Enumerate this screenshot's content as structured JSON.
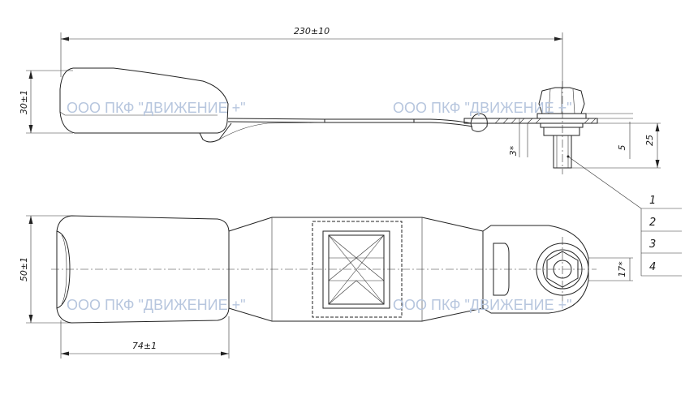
{
  "dimensions": {
    "overall_length": "230±10",
    "buckle_height": "30±1",
    "buckle_width": "50±1",
    "buckle_length": "74±1",
    "offset_3": "3*",
    "washer_5": "5",
    "bolt_25": "25",
    "hole_17": "17*"
  },
  "callouts": [
    "1",
    "2",
    "3",
    "4"
  ],
  "watermark": "ООО ПКФ \"ДВИЖЕНИЕ +\""
}
